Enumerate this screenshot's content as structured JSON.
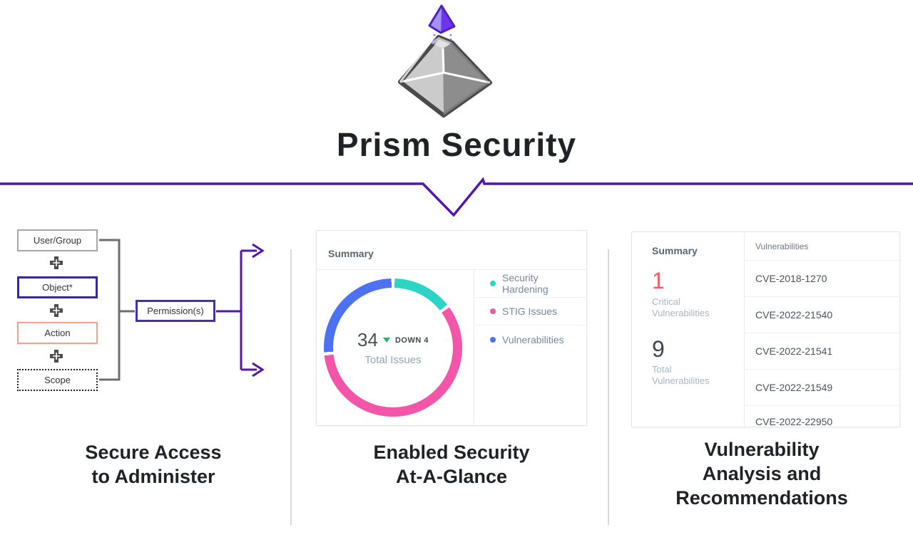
{
  "title": "Prism Security",
  "colors": {
    "accent_purple": "#5414ad",
    "indigo": "#352a96",
    "permission_purple": "#4b2db0",
    "salmon": "#ff9d89",
    "box_gray": "#a6a6a6",
    "scope_dark": "#1f1f1f",
    "bracket_gray": "#6e6e6e",
    "divider_gray": "#d9d9d9",
    "teal": "#2bd4c5",
    "pink": "#f356a9",
    "blue": "#4c72f1",
    "trend_green": "#2fae6e",
    "critical_red": "#fb5a60",
    "stat_dark": "#3e4852",
    "heading_dark": "#1f2328"
  },
  "columns": [
    {
      "caption_lines": [
        "Secure Access",
        "to Administer"
      ]
    },
    {
      "caption_lines": [
        "Enabled Security",
        "At-A-Glance"
      ]
    },
    {
      "caption_lines": [
        "Vulnerability",
        "Analysis and",
        "Recommendations"
      ]
    }
  ],
  "diagram": {
    "boxes": [
      {
        "label": "User/Group"
      },
      {
        "label": "Object*"
      },
      {
        "label": "Action"
      },
      {
        "label": "Scope"
      }
    ],
    "result_label": "Permission(s)"
  },
  "summary_card": {
    "header": "Summary"
  },
  "chart_data": {
    "type": "pie",
    "subtype": "donut",
    "title": "Summary",
    "categories": [
      "Security Hardening",
      "STIG Issues",
      "Vulnerabilities"
    ],
    "values": [
      5,
      20,
      9
    ],
    "colors": [
      "#2bd4c5",
      "#f356a9",
      "#4c72f1"
    ],
    "total": 34,
    "center": {
      "value": "34",
      "trend": "DOWN 4",
      "trend_direction": "down",
      "label": "Total Issues"
    },
    "legend_position": "right"
  },
  "right_card": {
    "summary_header": "Summary",
    "stats": [
      {
        "value": "1",
        "label_lines": [
          "Critical",
          "Vulnerabilities"
        ]
      },
      {
        "value": "9",
        "label_lines": [
          "Total",
          "Vulnerabilities"
        ]
      }
    ],
    "table": {
      "header": "Vulnerabilities",
      "rows": [
        "CVE-2018-1270",
        "CVE-2022-21540",
        "CVE-2022-21541",
        "CVE-2022-21549",
        "CVE-2022-22950"
      ]
    }
  }
}
